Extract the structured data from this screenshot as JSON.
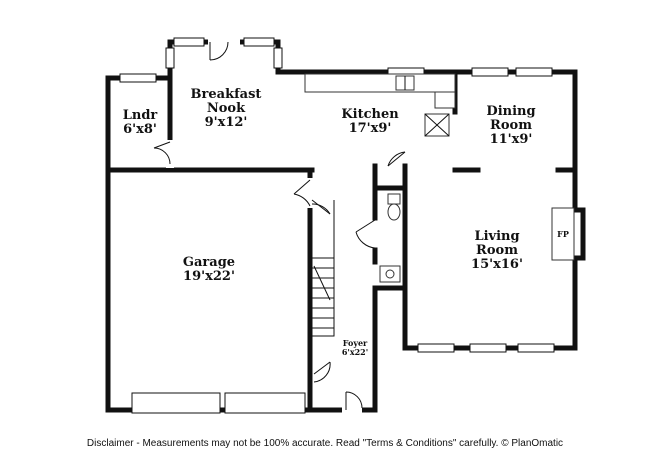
{
  "floorplan": {
    "rooms": {
      "laundry": {
        "name": "Lndr",
        "size": "6'x8'"
      },
      "breakfast": {
        "name_line1": "Breakfast",
        "name_line2": "Nook",
        "size": "9'x12'"
      },
      "kitchen": {
        "name": "Kitchen",
        "size": "17'x9'"
      },
      "dining": {
        "name_line1": "Dining",
        "name_line2": "Room",
        "size": "11'x9'"
      },
      "living": {
        "name_line1": "Living",
        "name_line2": "Room",
        "size": "15'x16'"
      },
      "garage": {
        "name": "Garage",
        "size": "19'x22'"
      },
      "foyer": {
        "name": "Foyer",
        "size": "6'x22'"
      }
    },
    "fireplace_label": "FP"
  },
  "disclaimer": "Disclaimer - Measurements may not be 100% accurate. Read \"Terms & Conditions\" carefully. © PlanOmatic"
}
